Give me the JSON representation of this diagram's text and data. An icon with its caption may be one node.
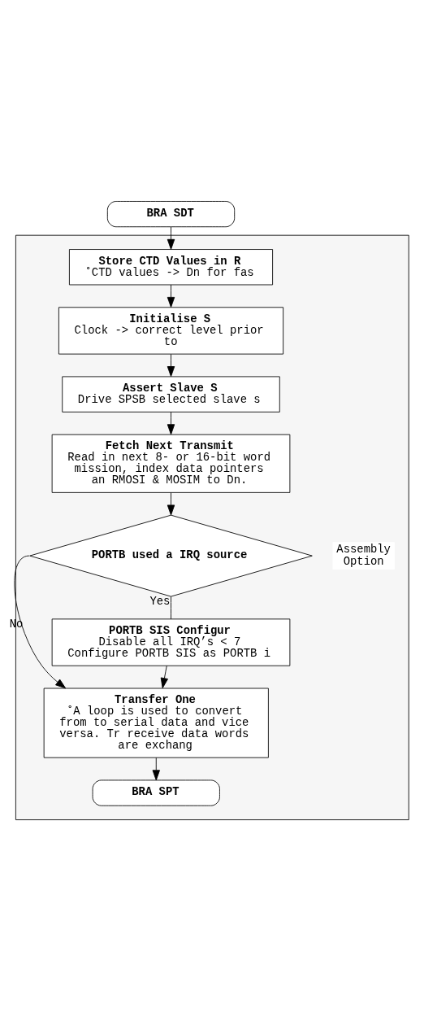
{
  "diagram": {
    "nodes": [
      {
        "text": [
          "BRA SDT"
        ]
      },
      {
        "text": [],
        "shape": "box"
      },
      {
        "text": [
          "Store CTD Values in R",
          "˚CTD values -> Dn for fas"
        ],
        "in": 1
      },
      {
        "text": [
          "Initialise S",
          "Clock -> correct level prior to"
        ],
        "in": 1
      },
      {
        "text": [
          "Assert Slave S",
          "Drive SPSB selected slave s"
        ],
        "in": 1
      },
      {
        "text": [
          "Fetch Next Transmit",
          "Read in next 8- or 16-bit word mission, index data pointers an RMOSI & MOSIM to Dn."
        ],
        "in": 1
      },
      {
        "text": [
          "PORTB used a IRQ source"
        ],
        "in": 1
      },
      {
        "text": [
          "PORTB SIS Configur",
          "Disable all IRQ’s < 7 Configure PORTB SIS as PORTB i"
        ],
        "in": 1
      },
      {
        "text": [
          "Transfer One",
          "˚A loop is used to convert from to serial data and vice versa. Tr receive data words are exchang"
        ],
        "in": 1
      },
      {
        "text": [
          "BRA SPT"
        ],
        "in": 1
      }
    ],
    "edges": [
      {
        "from": 0,
        "to": 2,
        "arrow": "to"
      },
      {
        "from": 2,
        "to": 3,
        "arrow": "to"
      },
      {
        "from": 3,
        "to": 4,
        "arrow": "to"
      },
      {
        "from": 4,
        "to": 5,
        "arrow": "to"
      },
      {
        "from": 5,
        "to": 6,
        "arrow": "to"
      },
      {
        "from": 6,
        "to": 7,
        "arrow": "none",
        "label": "Yes"
      },
      {
        "from": 6,
        "to": 8,
        "arrow": "to",
        "label": "No"
      },
      {
        "from": 7,
        "to": 8,
        "arrow": "to"
      },
      {
        "from": 8,
        "to": 9,
        "arrow": "to"
      }
    ],
    "labels": [
      "Assembly Option"
    ]
  }
}
